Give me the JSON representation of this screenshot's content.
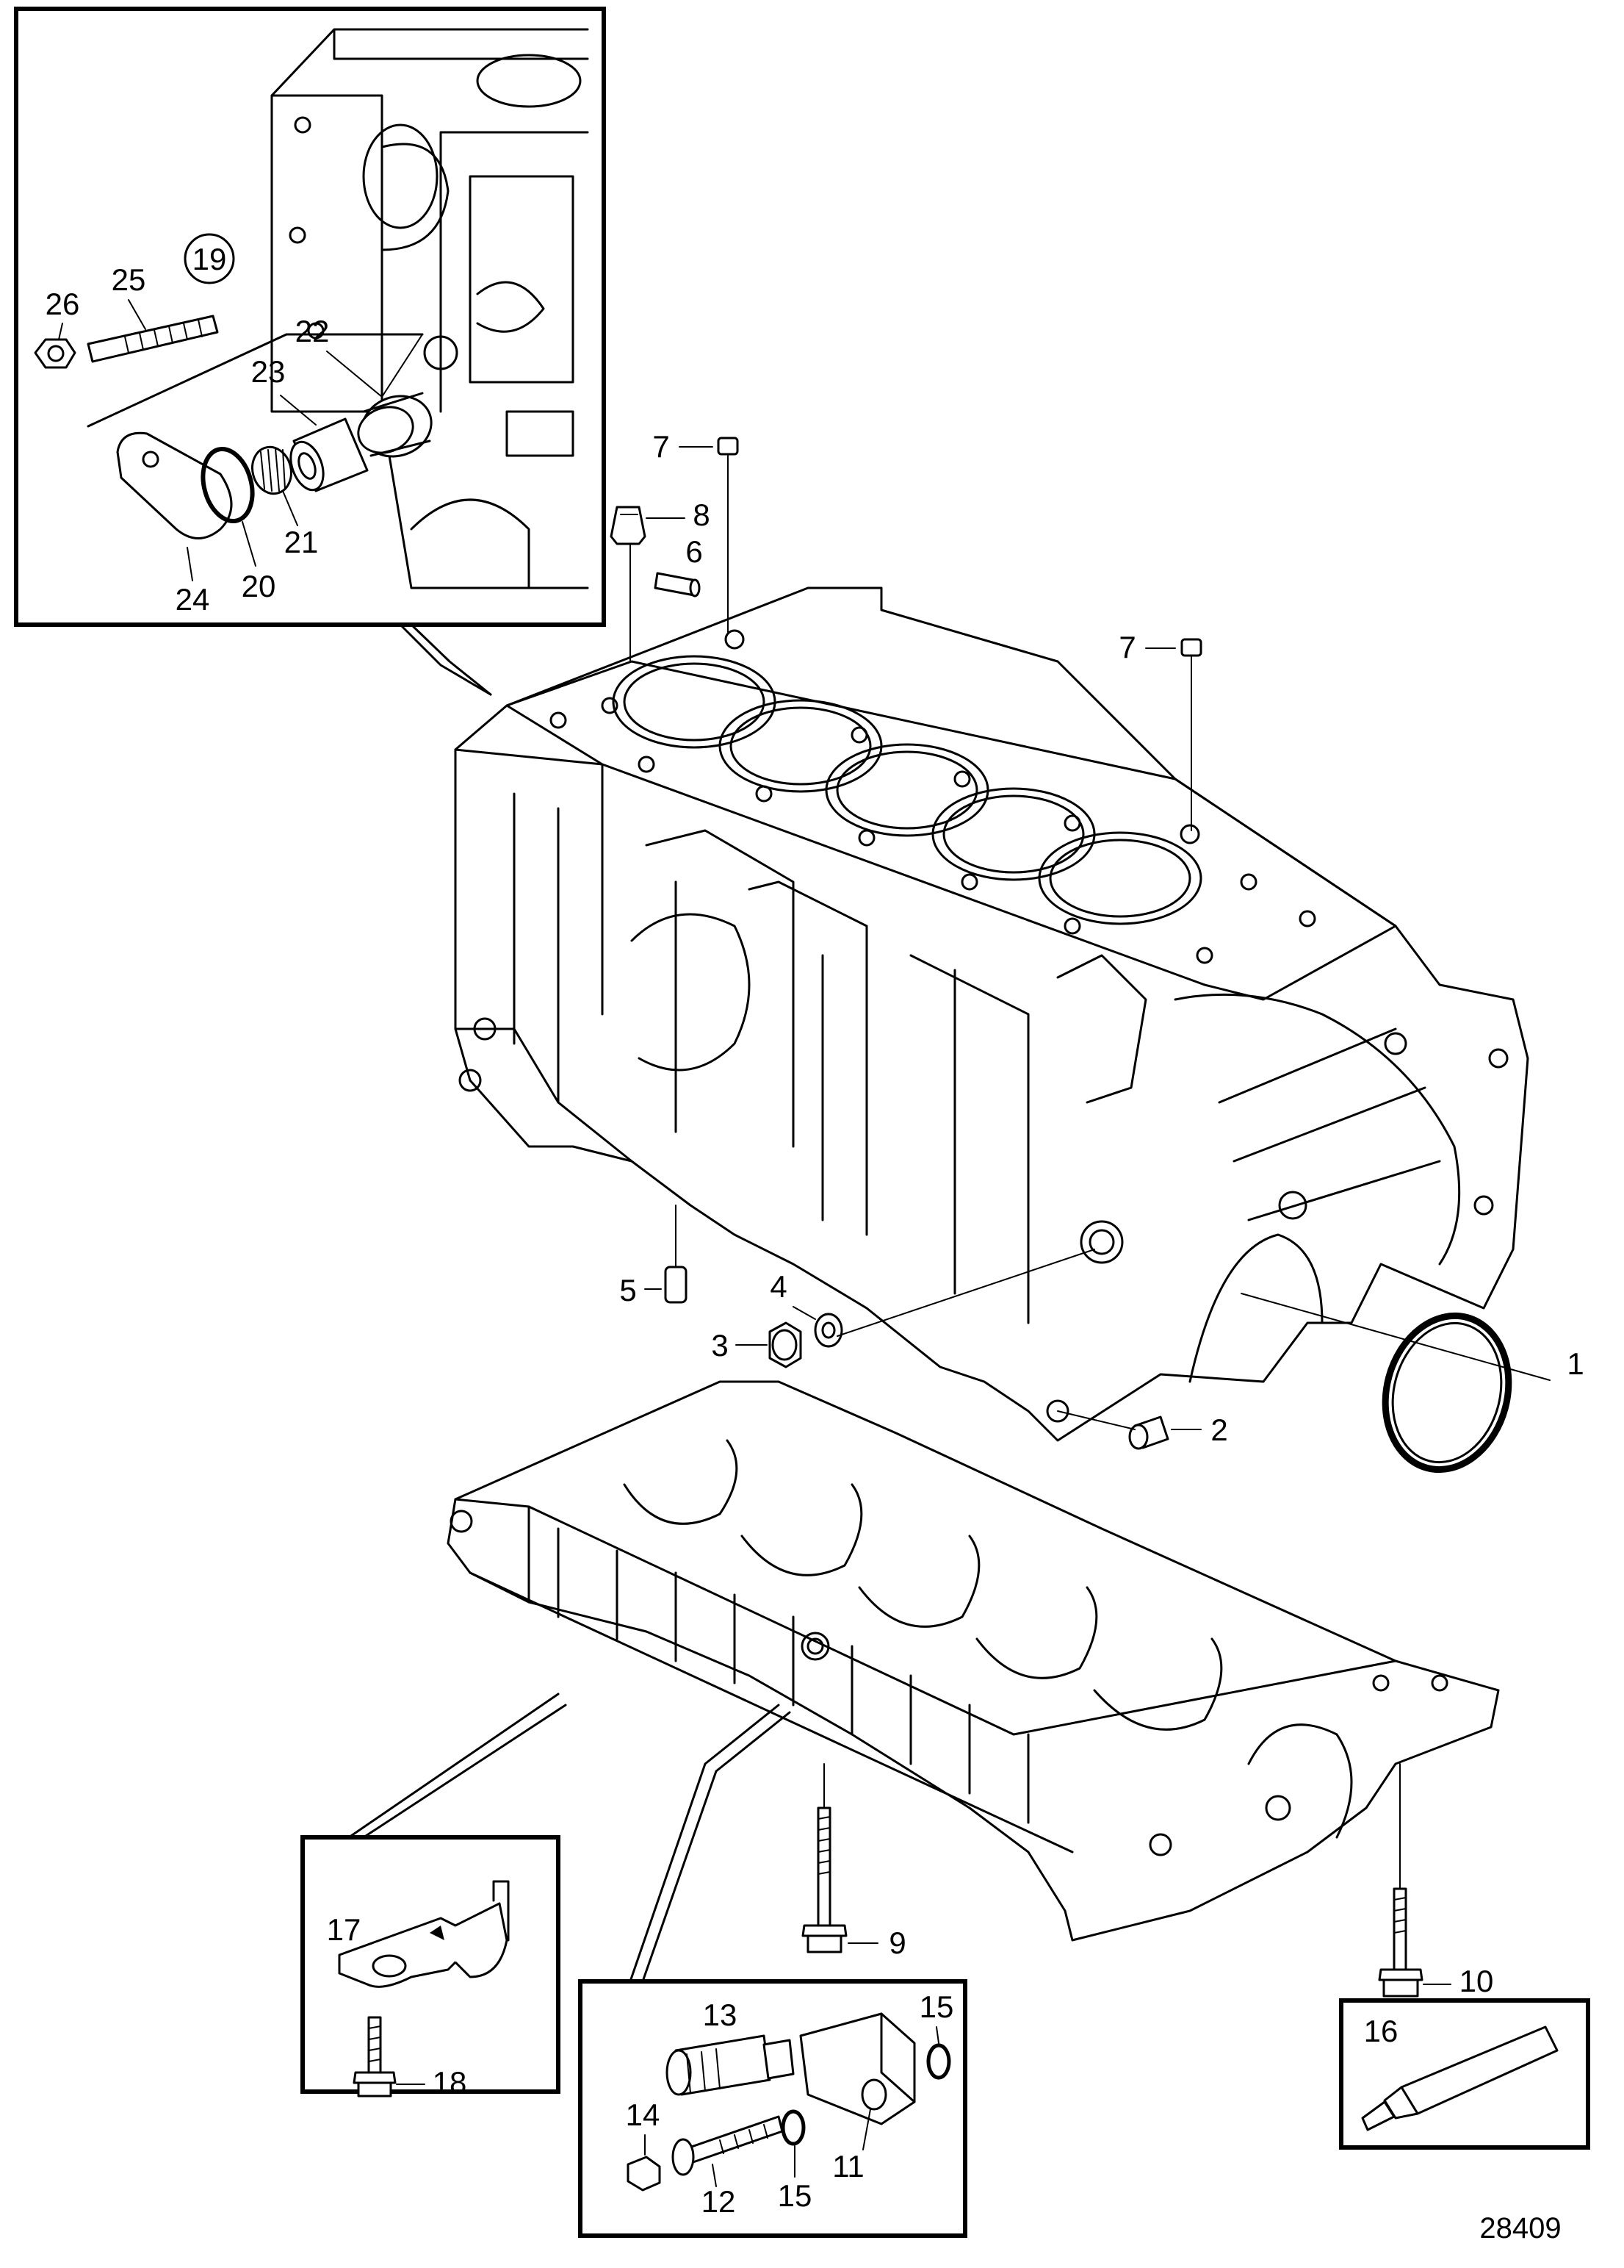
{
  "figure_number": "28409",
  "callouts": {
    "p1": "1",
    "p2": "2",
    "p3": "3",
    "p4": "4",
    "p5": "5",
    "p6": "6",
    "p7a": "7",
    "p7b": "7",
    "p8": "8",
    "p9": "9",
    "p10": "10",
    "p11": "11",
    "p12": "12",
    "p13": "13",
    "p14": "14",
    "p15a": "15",
    "p15b": "15",
    "p16": "16",
    "p17": "17",
    "p18": "18",
    "p19": "19",
    "p20": "20",
    "p21": "21",
    "p22": "22",
    "p23": "23",
    "p24": "24",
    "p25": "25",
    "p26": "26"
  }
}
